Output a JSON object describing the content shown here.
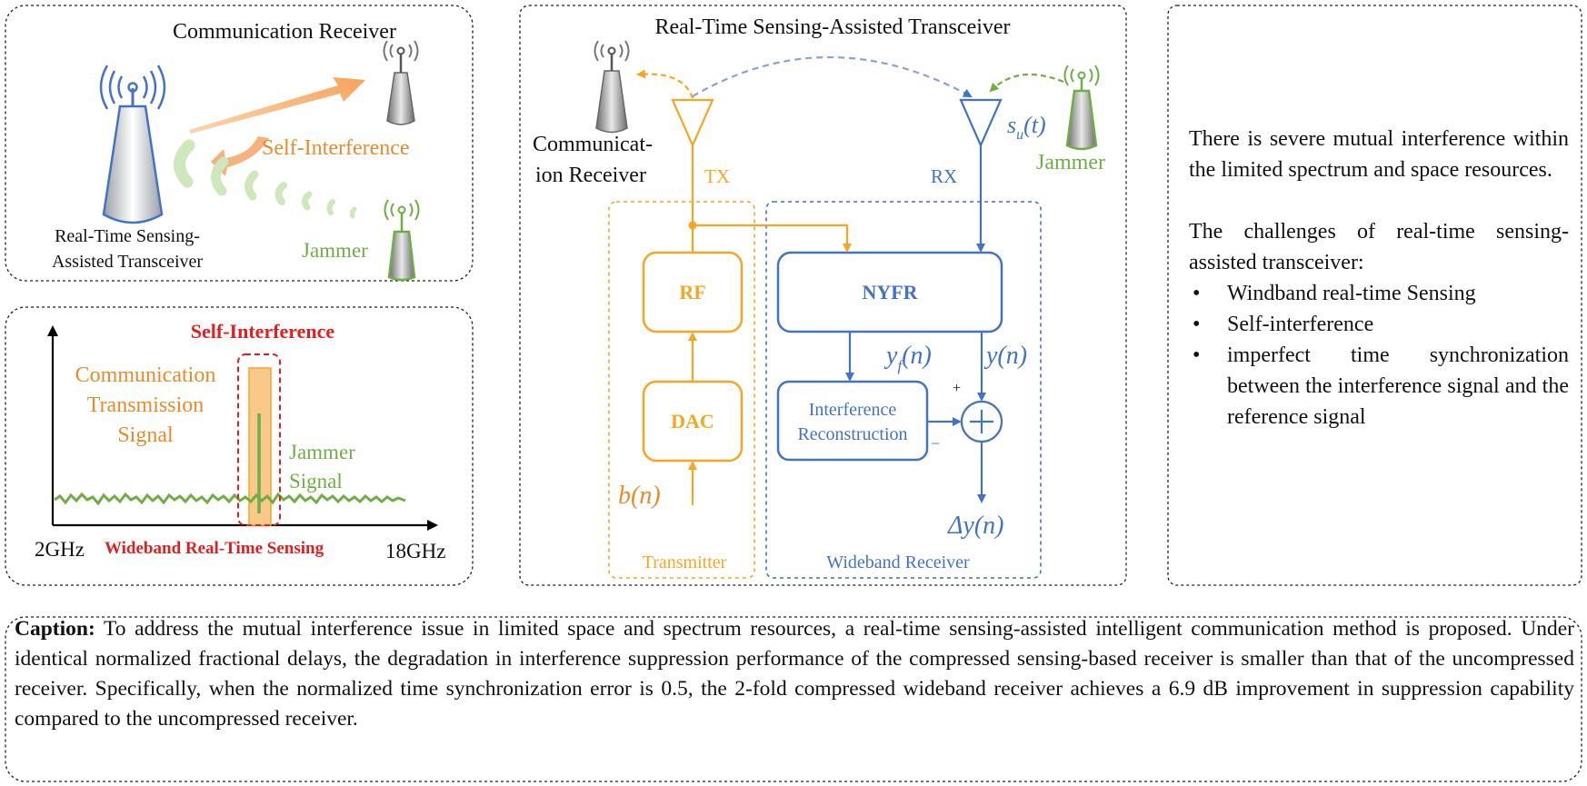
{
  "top_left": {
    "title": "Communication Receiver",
    "self_interference": "Self-Interference",
    "transceiver_line1": "Real-Time Sensing-",
    "transceiver_line2": "Assisted Transceiver",
    "jammer": "Jammer"
  },
  "spectrum": {
    "title": "Self-Interference",
    "comm_line1": "Communication",
    "comm_line2": "Transmission",
    "comm_line3": "Signal",
    "jammer_line1": "Jammer",
    "jammer_line2": "Signal",
    "x_start": "2GHz",
    "x_end": "18GHz",
    "x_caption": "Wideband Real-Time Sensing"
  },
  "block": {
    "title": "Real-Time Sensing-Assisted Transceiver",
    "comm_receiver_line1": "Communicat-",
    "comm_receiver_line2": "ion Receiver",
    "tx": "TX",
    "rx": "RX",
    "su_var": "s",
    "su_sub": "u",
    "su_arg": "(t)",
    "jammer": "Jammer",
    "rf": "RF",
    "dac": "DAC",
    "nyfr": "NYFR",
    "recon_line1": "Interference",
    "recon_line2": "Reconstruction",
    "yf_var": "y",
    "yf_sub": "f",
    "yf_arg": "(n)",
    "y_label": "y(n)",
    "b_label": "b(n)",
    "delta_label": "Δy(n)",
    "plus_sign": "+",
    "minus_sign": "−",
    "transmitter": "Transmitter",
    "wideband_receiver": "Wideband Receiver"
  },
  "right_panel": {
    "para1": "There is severe mutual interference within the limited spectrum and space resources.",
    "para2": "The challenges of real-time sensing-assisted transceiver:",
    "bullets": [
      "Windband real-time Sensing",
      " Self-interference",
      "imperfect time synchronization between the interference signal and the reference signal"
    ]
  },
  "caption": {
    "label": "Caption:",
    "text": " To address the mutual interference issue in limited space and spectrum resources, a real-time sensing-assisted  intelligent communication method is proposed. Under identical normalized fractional delays, the degradation in interference suppression performance of the compressed sensing-based receiver is smaller than that of the uncompressed receiver.   Specifically, when the normalized time synchronization error is 0.5, the 2-fold compressed wideband receiver achieves a 6.9 dB improvement in suppression capability compared to the uncompressed receiver."
  },
  "colors": {
    "orange": "#F5A623",
    "orange_text": "#E98A2B",
    "blue": "#4472C4",
    "green": "#70AD47",
    "red": "#E02020"
  }
}
